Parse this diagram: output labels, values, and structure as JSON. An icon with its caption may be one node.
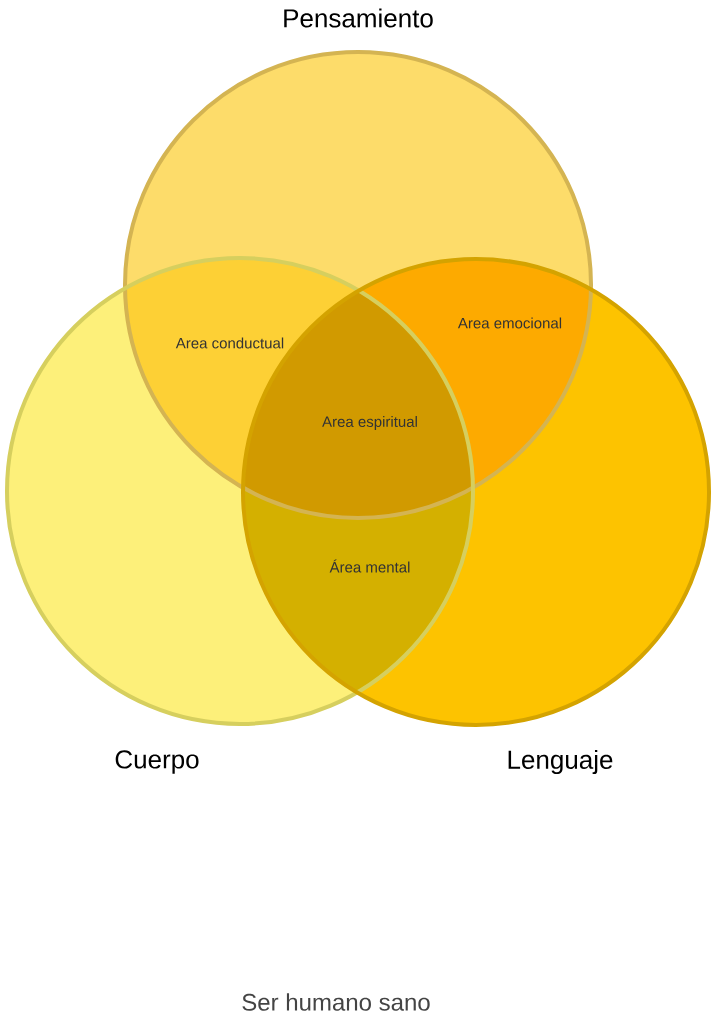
{
  "diagram": {
    "caption": "Ser humano sano",
    "nodes": [
      {
        "text": [
          "Pensamiento"
        ]
      },
      {
        "text": [
          "Cuerpo"
        ]
      },
      {
        "text": [
          "Lenguaje"
        ]
      }
    ],
    "labels": [
      "Area emocional",
      "Area conductual",
      "Area espiritual",
      "Área mental"
    ]
  }
}
